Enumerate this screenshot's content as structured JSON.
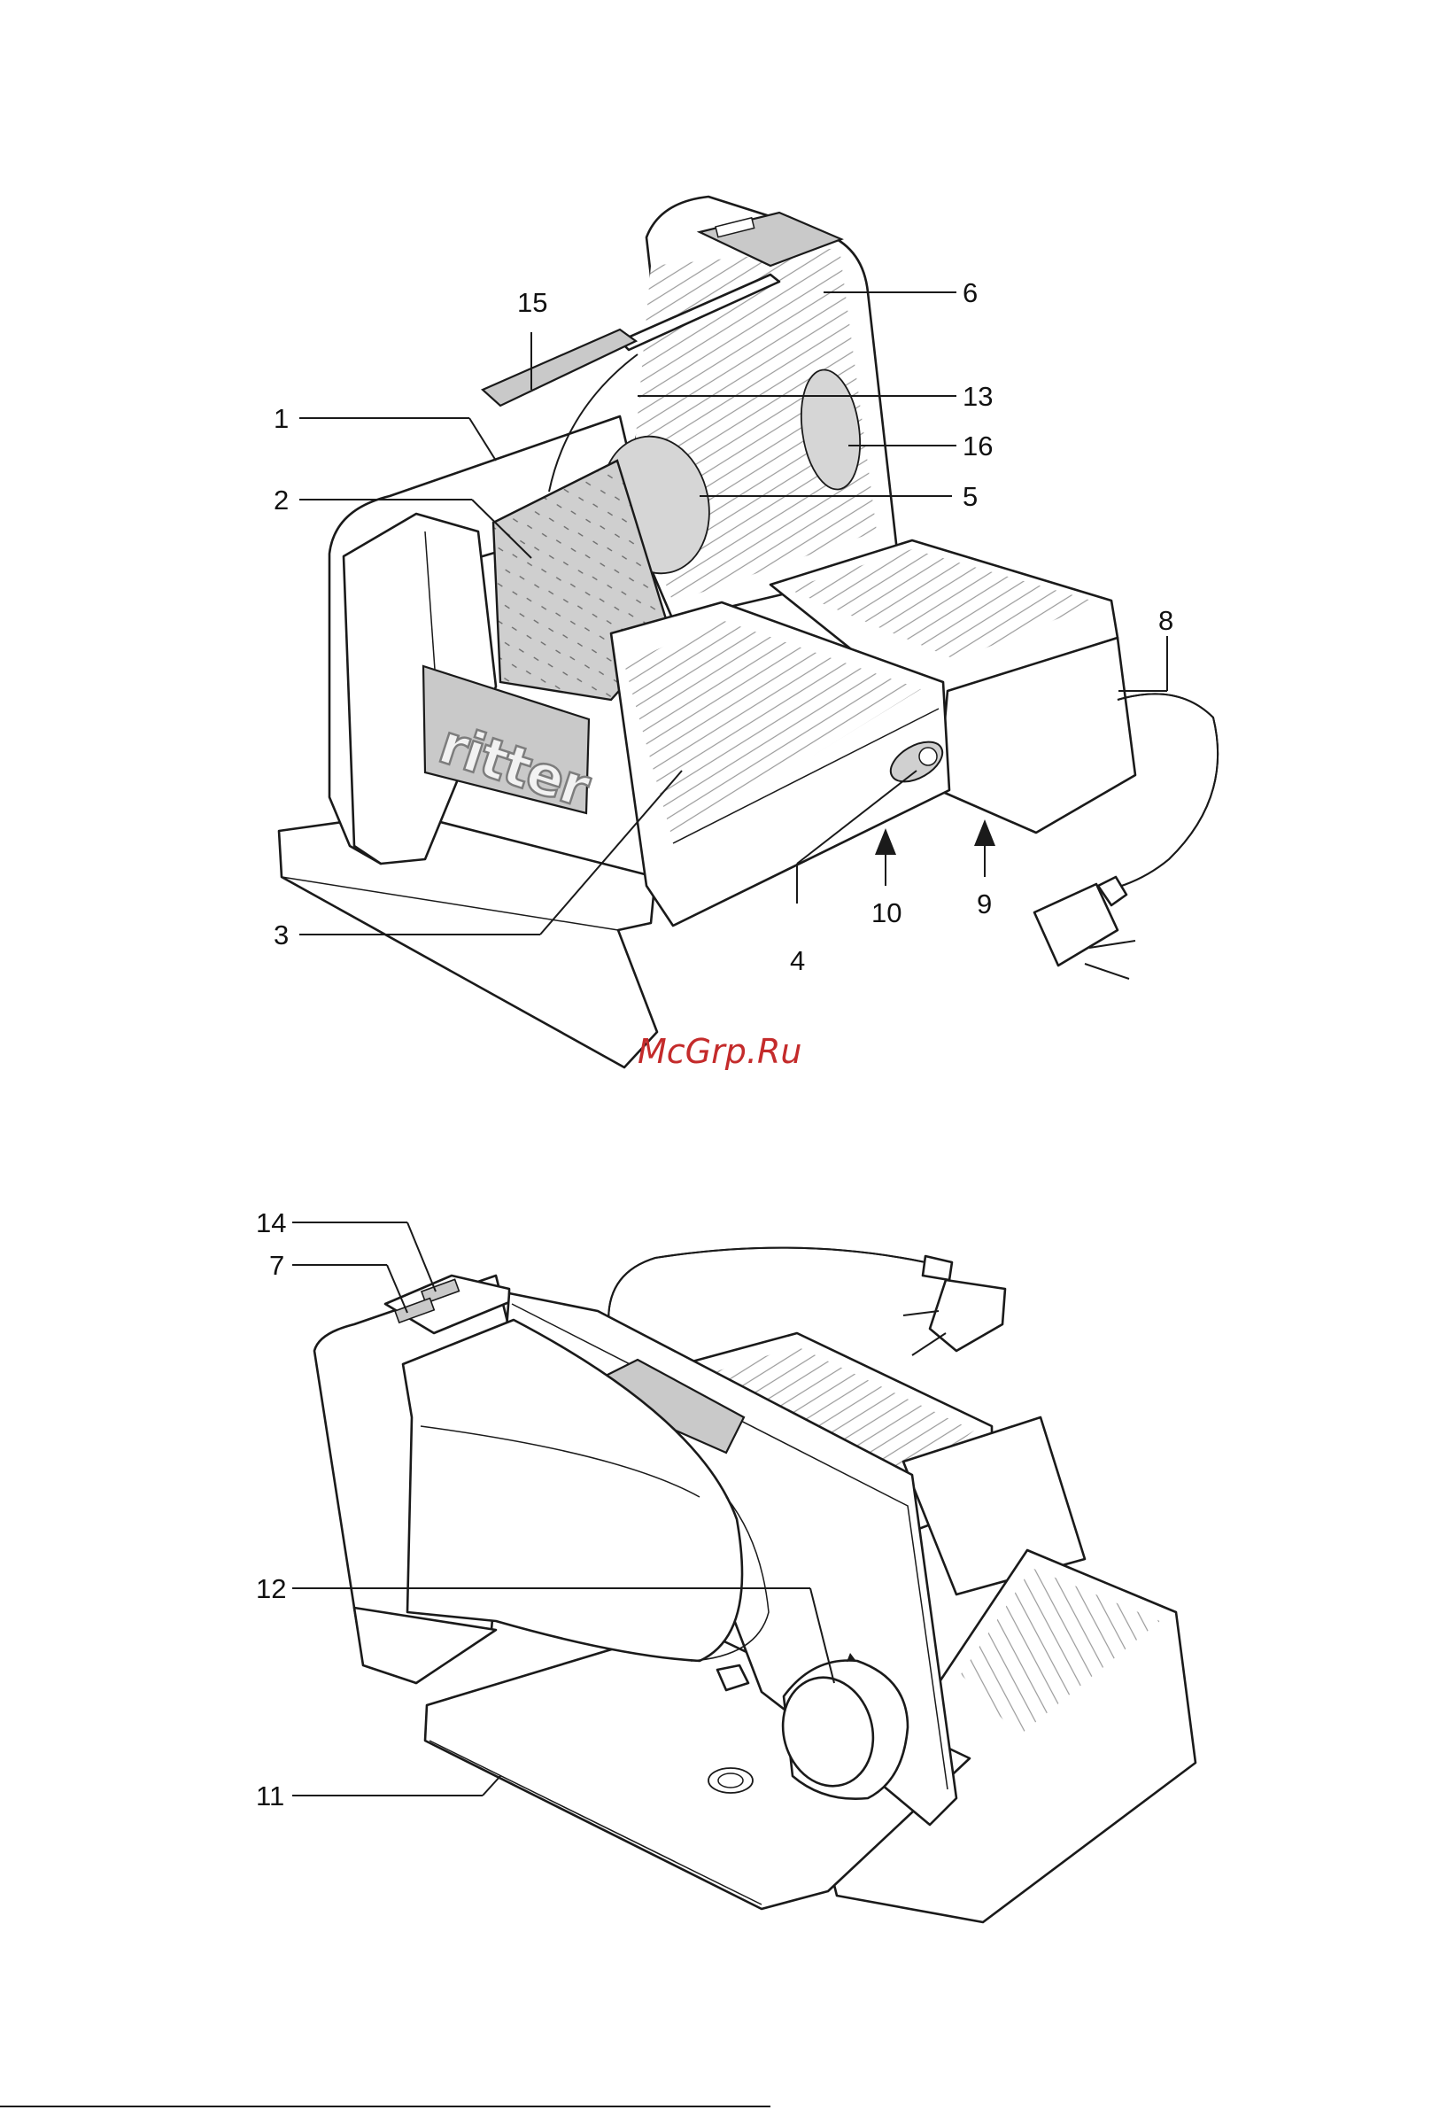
{
  "figure_top": {
    "callouts": [
      "1",
      "2",
      "3",
      "4",
      "5",
      "6",
      "8",
      "9",
      "10",
      "13",
      "15",
      "16"
    ],
    "logo_text": "ritter"
  },
  "figure_bottom": {
    "callouts": [
      "14",
      "7",
      "12",
      "11"
    ]
  },
  "watermark": "McGrp.Ru",
  "colors": {
    "line": "#1a1a1a",
    "panel_grey": "#c9c9c9",
    "watermark": "#c42b2b"
  }
}
